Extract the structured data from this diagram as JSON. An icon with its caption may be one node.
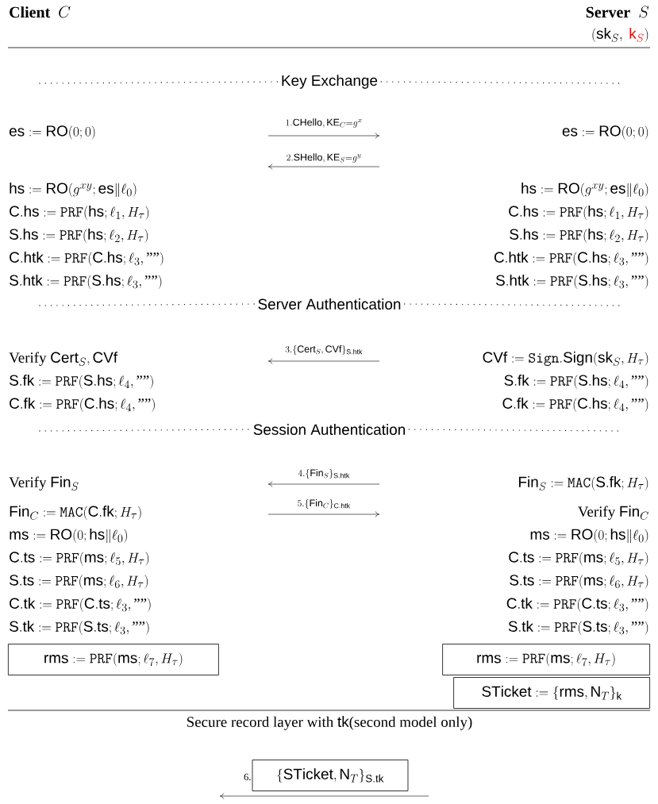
{
  "diagram": {
    "nodes": [
      {
        "text": [
          "\\mathsf{rms} := \\mathtt{PRF}(\\mathsf{ms};\\ell_7,H_\\tau)"
        ]
      },
      {
        "text": [
          "\\mathsf{rms} := \\mathtt{PRF}(\\mathsf{ms};\\ell_7,H_\\tau)"
        ]
      },
      {
        "text": [
          "\\mathsf{STicket} := \\{\\mathsf{rms},\\mathsf{N}_T\\}_{\\mathsf{k}}"
        ]
      },
      {
        "text": [
          "\\{\\mathsf{STicket},\\mathsf{N}_T\\}_{\\mathsf{S.tk}}"
        ],
        "beside": [
          "6."
        ]
      }
    ],
    "labels": [
      "\\textbf{Client}\\ \\ C",
      "\\textbf{Server}\\ \\ S",
      "(\\mathsf{sk}_S,\\ \\textcolor{red}{\\mathsf{k}_S})",
      "Key Exchange",
      "\\mathsf{es} := \\mathsf{RO}(0;0)",
      "1.\\mathsf{CHello},\\mathsf{KE}_C{=}g^x",
      "\\mathsf{es} := \\mathsf{RO}(0;0)",
      "2.\\mathsf{SHello},\\mathsf{KE}_S{=}g^y",
      "\\mathsf{hs} := \\mathsf{RO}(g^{xy};\\mathsf{es}\\|\\ell_0)",
      "\\mathsf{hs} := \\mathsf{RO}(g^{xy};\\mathsf{es}\\|\\ell_0)",
      "\\mathsf{C.hs} := \\mathtt{PRF}(\\mathsf{hs};\\ell_1,H_\\tau)",
      "\\mathsf{C.hs} := \\mathtt{PRF}(\\mathsf{hs};\\ell_1,H_\\tau)",
      "\\mathsf{S.hs} := \\mathtt{PRF}(\\mathsf{hs};\\ell_2,H_\\tau)",
      "\\mathsf{S.hs} := \\mathtt{PRF}(\\mathsf{hs};\\ell_2,H_\\tau)",
      "\\mathsf{C.htk} := \\mathtt{PRF}(\\mathsf{C.hs};\\ell_3,\\text{''''})",
      "\\mathsf{C.htk} := \\mathtt{PRF}(\\mathsf{C.hs};\\ell_3,\\text{''''})",
      "\\mathsf{S.htk} := \\mathtt{PRF}(\\mathsf{S.hs};\\ell_3,\\text{''''})",
      "\\mathsf{S.htk} := \\mathtt{PRF}(\\mathsf{S.hs};\\ell_3,\\text{''''})",
      "Server Authentication",
      "\\text{Verify }\\mathsf{Cert}_S,\\mathsf{CVf}",
      "3.\\{\\mathsf{Cert}_S,\\mathsf{CVf}\\}_{\\mathsf{S.htk}}",
      "\\mathsf{CVf} := \\mathtt{Sign}.\\mathsf{Sign}(\\mathsf{sk}_S,H_\\tau)",
      "\\mathsf{S.fk} := \\mathtt{PRF}(\\mathsf{S.hs};\\ell_4,\\text{''''})",
      "\\mathsf{S.fk} := \\mathtt{PRF}(\\mathsf{S.hs};\\ell_4,\\text{''''})",
      "\\mathsf{C.fk} := \\mathtt{PRF}(\\mathsf{C.hs};\\ell_4,\\text{''''})",
      "\\mathsf{C.fk} := \\mathtt{PRF}(\\mathsf{C.hs};\\ell_4,\\text{''''})",
      "Session Authentication",
      "\\text{Verify }\\mathsf{Fin}_S",
      "4.\\{\\mathsf{Fin}_S\\}_{\\mathsf{S.htk}}",
      "\\mathsf{Fin}_S := \\mathtt{MAC}(\\mathsf{S.fk};H_\\tau)",
      "\\mathsf{Fin}_C := \\mathtt{MAC}(\\mathsf{C.fk};H_\\tau)",
      "5.\\{\\mathsf{Fin}_C\\}_{\\mathsf{C.htk}}",
      "\\text{Verify }\\mathsf{Fin}_C",
      "\\mathsf{ms} := \\mathsf{RO}(0;\\mathsf{hs}\\|\\ell_0)",
      "\\mathsf{ms} := \\mathsf{RO}(0;\\mathsf{hs}\\|\\ell_0)",
      "\\mathsf{C.ts} := \\mathtt{PRF}(\\mathsf{ms};\\ell_5,H_\\tau)",
      "\\mathsf{C.ts} := \\mathtt{PRF}(\\mathsf{ms};\\ell_5,H_\\tau)",
      "\\mathsf{S.ts} := \\mathtt{PRF}(\\mathsf{ms};\\ell_6,H_\\tau)",
      "\\mathsf{S.ts} := \\mathtt{PRF}(\\mathsf{ms};\\ell_6,H_\\tau)",
      "\\mathsf{C.tk} := \\mathtt{PRF}(\\mathsf{C.ts};\\ell_3,\\text{''''})",
      "\\mathsf{C.tk} := \\mathtt{PRF}(\\mathsf{C.ts};\\ell_3,\\text{''''})",
      "\\mathsf{S.tk} := \\mathtt{PRF}(\\mathsf{S.ts};\\ell_3,\\text{''''})",
      "\\mathsf{S.tk} := \\mathtt{PRF}(\\mathsf{S.ts};\\ell_3,\\text{''''})",
      "\\text{Secure record layer with }\\mathsf{tk}\\text{(second model only)}"
    ]
  }
}
